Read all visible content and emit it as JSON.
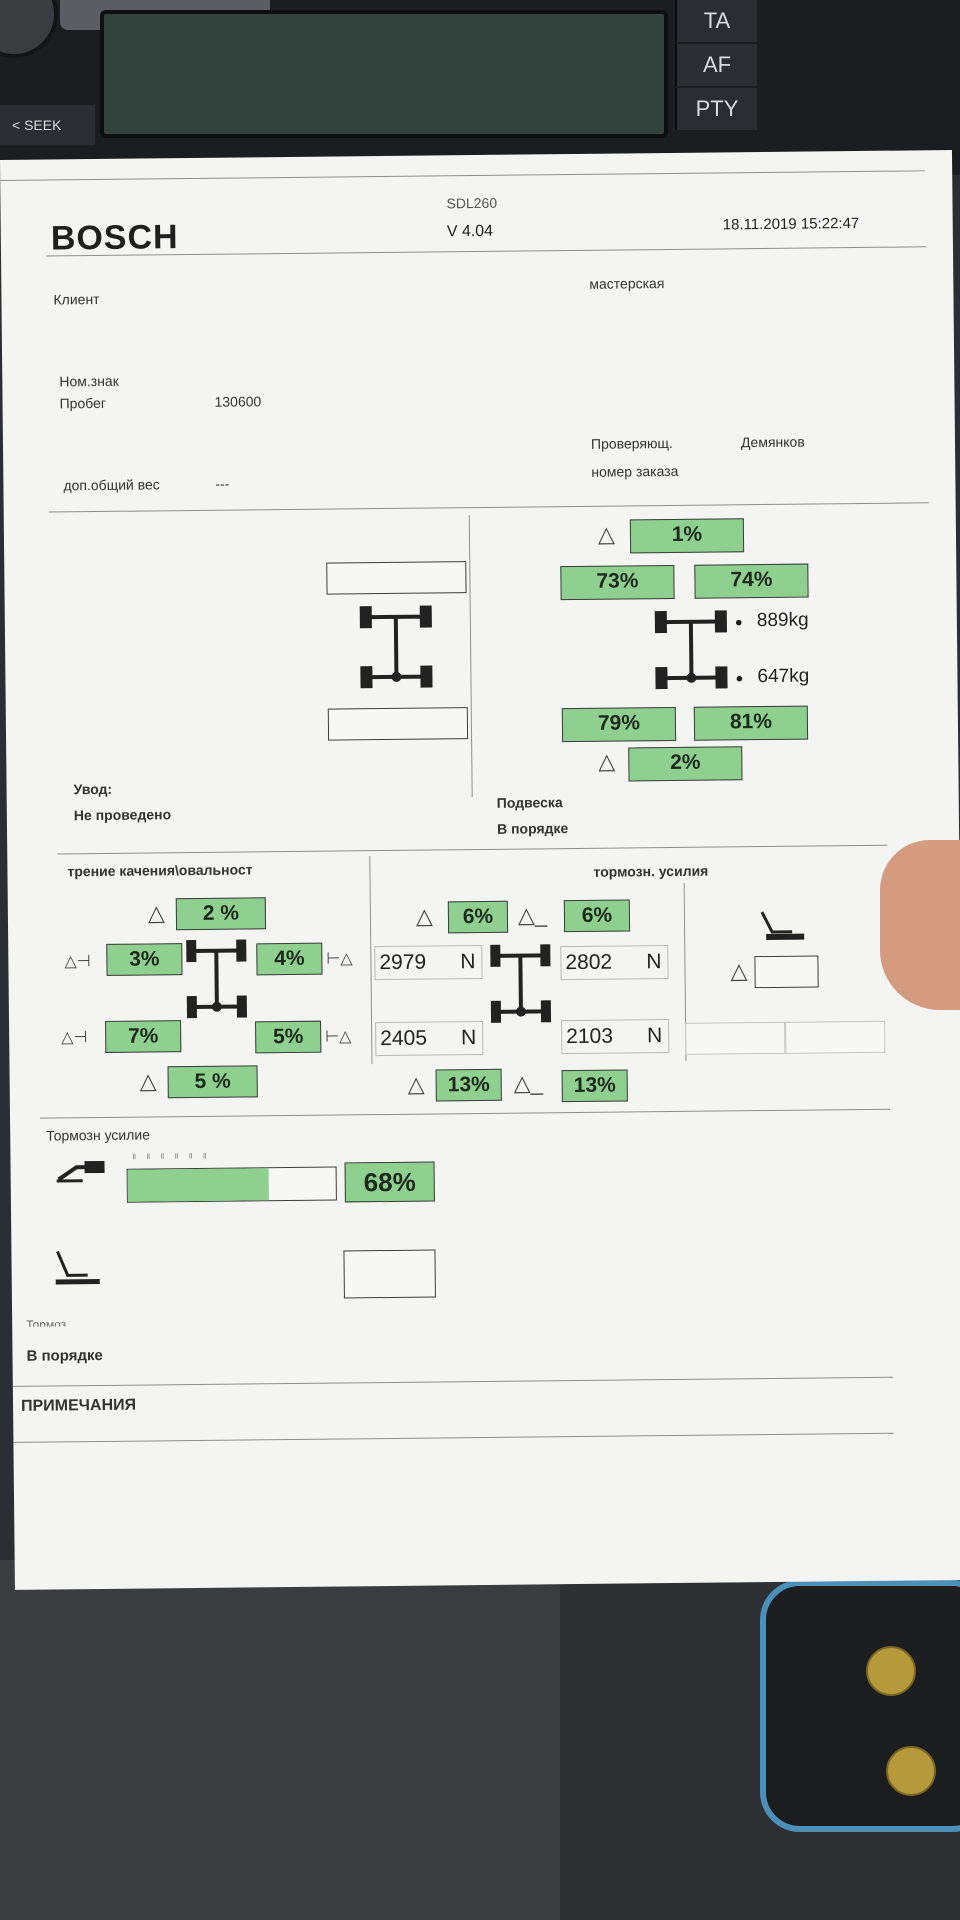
{
  "radio": {
    "buttons": [
      "TA",
      "AF",
      "PTY"
    ],
    "seek_label": "< SEEK"
  },
  "header": {
    "brand": "BOSCH",
    "model": "SDL260",
    "version": "V 4.04",
    "datetime": "18.11.2019  15:22:47"
  },
  "info": {
    "client_label": "Клиент",
    "workshop_label": "мастерская",
    "plate_label": "Ном.знак",
    "mileage_label": "Пробег",
    "mileage_value": "130600",
    "inspector_label": "Проверяющ.",
    "inspector_value": "Демянков",
    "order_label": "номер заказа",
    "extra_weight_label": "доп.общий вес",
    "extra_weight_value": "---"
  },
  "alignment": {
    "toe_label": "Увод:",
    "toe_value": "Не проведено"
  },
  "suspension": {
    "delta_front": "1%",
    "front_left": "73%",
    "front_right": "74%",
    "front_weight": "889kg",
    "rear_weight": "647kg",
    "rear_left": "79%",
    "rear_right": "81%",
    "delta_rear": "2%",
    "label": "Подвеска",
    "status": "В порядке"
  },
  "rolling": {
    "title": "трение качения\\овальност",
    "delta_front": "2 %",
    "front_left": "3%",
    "front_right": "4%",
    "rear_left": "7%",
    "rear_right": "5%",
    "delta_rear": "5 %"
  },
  "brake_force": {
    "title": "тормозн. усилия",
    "delta_front_a": "6%",
    "delta_front_b": "6%",
    "front_left_value": "2979",
    "front_right_value": "2802",
    "rear_left_value": "2405",
    "rear_right_value": "2103",
    "unit": "N",
    "delta_rear_a": "13%",
    "delta_rear_b": "13%"
  },
  "total_brake": {
    "title": "Тормозн усилие",
    "service_percent": "68%",
    "service_fill_fraction": 0.68,
    "status_label": "Тормоз",
    "status": "В порядке"
  },
  "notes": {
    "title": "ПРИМЕЧАНИЯ"
  },
  "colors": {
    "green_cell": "#8fcf8f",
    "paper": "#f4f4f2"
  }
}
